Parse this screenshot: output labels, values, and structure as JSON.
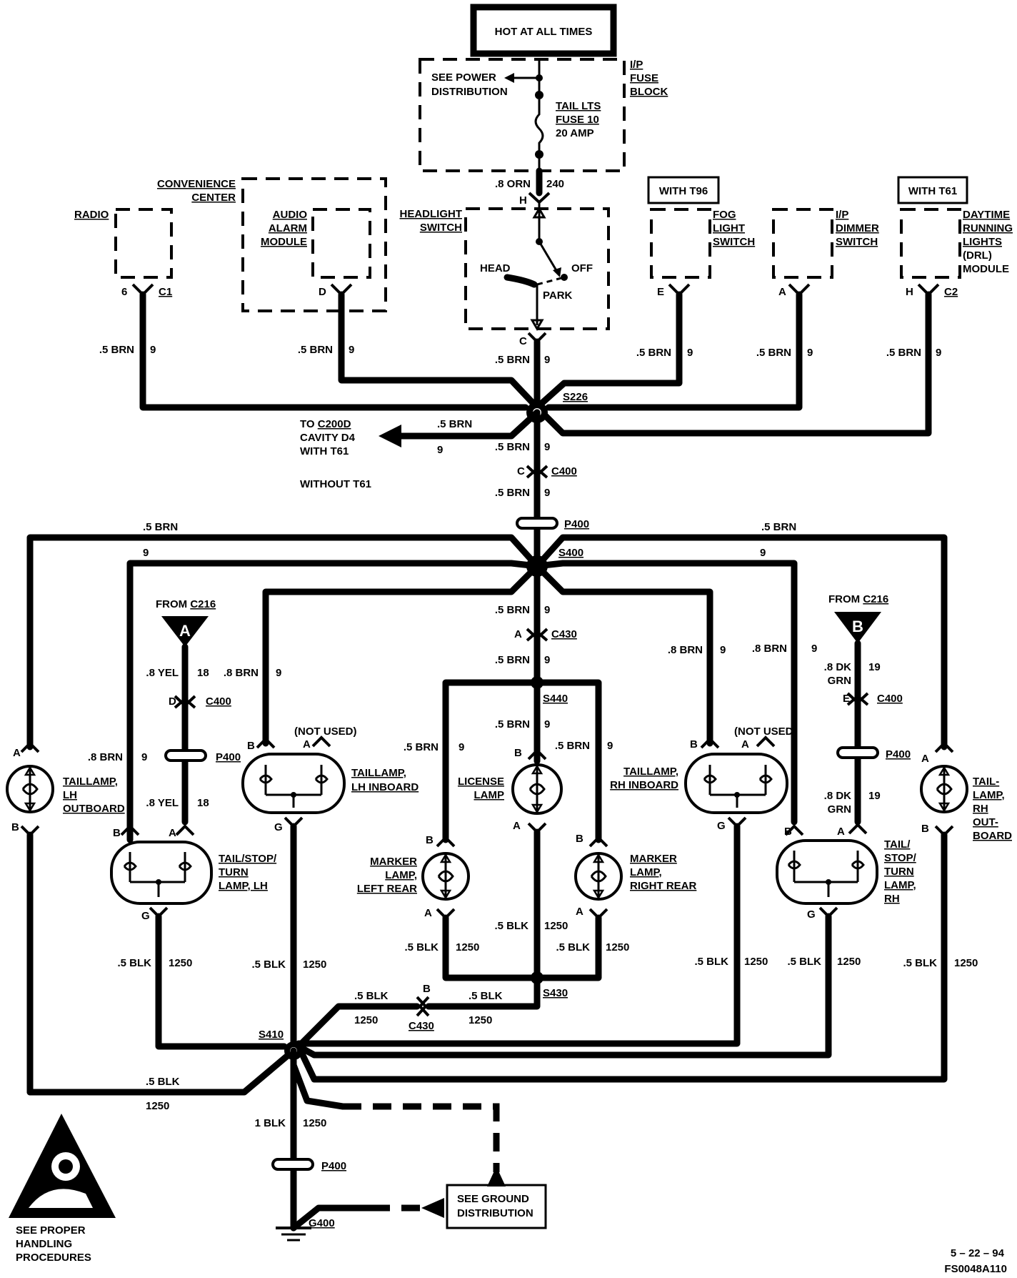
{
  "header": {
    "power_label": "HOT AT ALL TIMES",
    "fuse_block": "I/P FUSE BLOCK",
    "see_power": "SEE POWER DISTRIBUTION",
    "fuse_name": "TAIL LTS FUSE 10",
    "fuse_rating": "20 AMP"
  },
  "headlight_switch": {
    "label": "HEADLIGHT SWITCH",
    "head": "HEAD",
    "off": "OFF",
    "park": "PARK",
    "feed_wire": ".8 ORN",
    "feed_circuit": "240",
    "pin_in": "H",
    "pin_out": "C"
  },
  "components": {
    "radio": {
      "label": "RADIO",
      "pin": "6",
      "connector": "C1"
    },
    "convenience_center": "CONVENIENCE CENTER",
    "audio_alarm": {
      "label": "AUDIO ALARM MODULE",
      "pin": "D"
    },
    "fog_switch": {
      "option": "WITH T96",
      "label": "FOG LIGHT SWITCH",
      "pin": "E"
    },
    "dimmer": {
      "label": "I/P DIMMER SWITCH",
      "pin": "A"
    },
    "drl": {
      "option": "WITH T61",
      "label": "DAYTIME RUNNING LIGHTS (DRL) MODULE",
      "pin": "H",
      "connector": "C2"
    }
  },
  "wires": {
    "brn_05": ".5 BRN",
    "brn_08": ".8 BRN",
    "yel_08": ".8 YEL",
    "dkgrn_08": ".8 DK GRN",
    "blk_05": ".5 BLK",
    "blk_1": "1 BLK",
    "c9": "9",
    "c18": "18",
    "c19": "19",
    "c1250": "1250"
  },
  "splices": {
    "s226": "S226",
    "s400": "S400",
    "s440": "S440",
    "s430": "S430",
    "s410": "S410"
  },
  "connectors": {
    "c400": "C400",
    "p400": "P400",
    "c430": "C430",
    "g400": "G400"
  },
  "to_c200d": {
    "line1": "TO C200D",
    "line2": "CAVITY D4",
    "line3": "WITH T61"
  },
  "without_t61": "WITHOUT T61",
  "from_c216": "FROM C216",
  "not_used": "(NOT USED)",
  "lamps": {
    "lh_outboard": "TAILLAMP, LH OUTBOARD",
    "lh_inboard": "TAILLAMP, LH INBOARD",
    "license": "LICENSE LAMP",
    "rh_inboard": "TAILLAMP, RH INBOARD",
    "rh_outboard": "TAIL-LAMP, RH OUT-BOARD",
    "tst_lh": "TAIL/STOP/ TURN LAMP, LH",
    "tst_rh": "TAIL/ STOP/ TURN LAMP, RH",
    "marker_left": "MARKER LAMP, LEFT REAR",
    "marker_right": "MARKER LAMP, RIGHT REAR"
  },
  "ground": {
    "see_ground": "SEE GROUND DISTRIBUTION"
  },
  "esd": "SEE PROPER HANDLING PROCEDURES",
  "footer": {
    "date": "5 – 22 – 94",
    "code": "FS0048A110"
  }
}
